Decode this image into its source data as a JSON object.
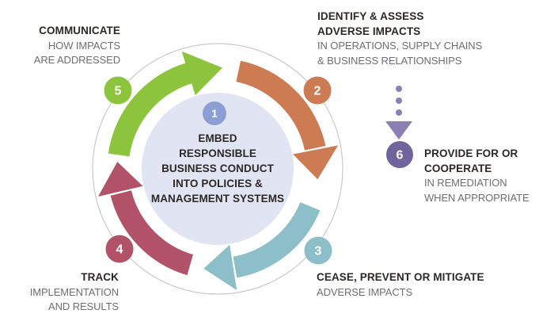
{
  "diagram": {
    "colors": {
      "green": "#8cc43e",
      "orange": "#cd7b52",
      "teal": "#8cbfca",
      "maroon": "#b15269",
      "purple": "#8a80b4",
      "purple_dark": "#6f649b",
      "blue": "#8c9fd5",
      "center_fill": "#e1e4f2",
      "ring": "#c9c9ca",
      "heading": "#2b2826",
      "subtext": "#6d6e71"
    },
    "center": {
      "number": "1",
      "l1": "EMBED",
      "l2": "RESPONSIBLE",
      "l3": "BUSINESS CONDUCT",
      "l4": "INTO POLICIES &",
      "l5": "MANAGEMENT SYSTEMS"
    },
    "steps": {
      "identify": {
        "number": "2",
        "bold1": "IDENTIFY & ASSESS",
        "bold2": "ADVERSE IMPACTS",
        "sub1": "IN OPERATIONS, SUPPLY CHAINS",
        "sub2": "& BUSINESS RELATIONSHIPS"
      },
      "cease": {
        "number": "3",
        "bold1": "CEASE, PREVENT OR MITIGATE",
        "sub1": "ADVERSE IMPACTS"
      },
      "track": {
        "number": "4",
        "bold1": "TRACK",
        "sub1": "IMPLEMENTATION",
        "sub2": "AND RESULTS"
      },
      "communicate": {
        "number": "5",
        "bold1": "COMMUNICATE",
        "sub1": "HOW IMPACTS",
        "sub2": "ARE ADDRESSED"
      },
      "provide": {
        "number": "6",
        "bold1": "PROVIDE FOR OR",
        "bold2": "COOPERATE",
        "sub1": "IN REMEDIATION",
        "sub2": "WHEN APPROPRIATE"
      }
    }
  }
}
